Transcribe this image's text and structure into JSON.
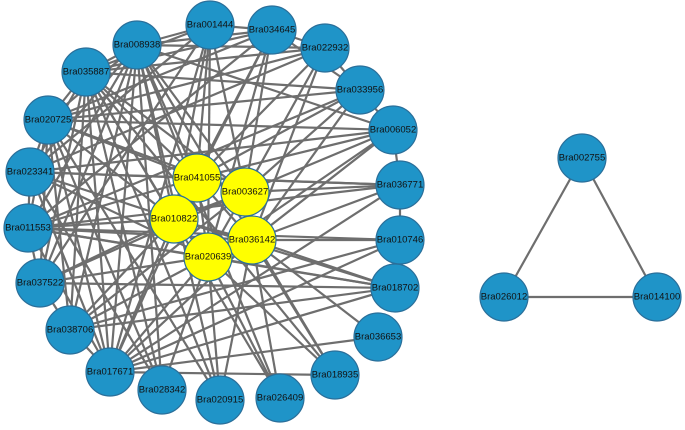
{
  "colors": {
    "peripheral_node": "#1f94c8",
    "hub_node": "#ffff00",
    "edge": "#6e6e6e"
  },
  "network_1": {
    "hub_nodes": [
      "Bra041055",
      "Bra003627",
      "Bra010822",
      "Bra036142",
      "Bra020639"
    ],
    "peripheral_nodes": [
      "Bra001444",
      "Bra034645",
      "Bra022932",
      "Bra033956",
      "Bra006052",
      "Bra036771",
      "Bra010746",
      "Bra018702",
      "Bra036653",
      "Bra018935",
      "Bra026409",
      "Bra020915",
      "Bra028342",
      "Bra017671",
      "Bra038706",
      "Bra037522",
      "Bra011553",
      "Bra023341",
      "Bra020725",
      "Bra035887",
      "Bra008938"
    ],
    "edges": [
      [
        "Bra041055",
        "Bra003627"
      ],
      [
        "Bra041055",
        "Bra010822"
      ],
      [
        "Bra041055",
        "Bra036142"
      ],
      [
        "Bra041055",
        "Bra020639"
      ],
      [
        "Bra003627",
        "Bra010822"
      ],
      [
        "Bra003627",
        "Bra036142"
      ],
      [
        "Bra003627",
        "Bra020639"
      ],
      [
        "Bra010822",
        "Bra036142"
      ],
      [
        "Bra010822",
        "Bra020639"
      ],
      [
        "Bra036142",
        "Bra020639"
      ],
      [
        "Bra041055",
        "Bra001444"
      ],
      [
        "Bra041055",
        "Bra034645"
      ],
      [
        "Bra041055",
        "Bra022932"
      ],
      [
        "Bra041055",
        "Bra033956"
      ],
      [
        "Bra041055",
        "Bra006052"
      ],
      [
        "Bra041055",
        "Bra008938"
      ],
      [
        "Bra041055",
        "Bra035887"
      ],
      [
        "Bra041055",
        "Bra020725"
      ],
      [
        "Bra041055",
        "Bra023341"
      ],
      [
        "Bra041055",
        "Bra017671"
      ],
      [
        "Bra041055",
        "Bra036771"
      ],
      [
        "Bra041055",
        "Bra011553"
      ],
      [
        "Bra003627",
        "Bra001444"
      ],
      [
        "Bra003627",
        "Bra034645"
      ],
      [
        "Bra003627",
        "Bra022932"
      ],
      [
        "Bra003627",
        "Bra033956"
      ],
      [
        "Bra003627",
        "Bra006052"
      ],
      [
        "Bra003627",
        "Bra036771"
      ],
      [
        "Bra003627",
        "Bra008938"
      ],
      [
        "Bra003627",
        "Bra035887"
      ],
      [
        "Bra003627",
        "Bra020725"
      ],
      [
        "Bra003627",
        "Bra037522"
      ],
      [
        "Bra003627",
        "Bra038706"
      ],
      [
        "Bra010822",
        "Bra008938"
      ],
      [
        "Bra010822",
        "Bra035887"
      ],
      [
        "Bra010822",
        "Bra020725"
      ],
      [
        "Bra010822",
        "Bra023341"
      ],
      [
        "Bra010822",
        "Bra011553"
      ],
      [
        "Bra010822",
        "Bra037522"
      ],
      [
        "Bra010822",
        "Bra038706"
      ],
      [
        "Bra010822",
        "Bra017671"
      ],
      [
        "Bra010822",
        "Bra001444"
      ],
      [
        "Bra010822",
        "Bra034645"
      ],
      [
        "Bra010822",
        "Bra018702"
      ],
      [
        "Bra036142",
        "Bra036771"
      ],
      [
        "Bra036142",
        "Bra010746"
      ],
      [
        "Bra036142",
        "Bra018702"
      ],
      [
        "Bra036142",
        "Bra036653"
      ],
      [
        "Bra036142",
        "Bra018935"
      ],
      [
        "Bra036142",
        "Bra026409"
      ],
      [
        "Bra036142",
        "Bra033956"
      ],
      [
        "Bra036142",
        "Bra006052"
      ],
      [
        "Bra036142",
        "Bra022932"
      ],
      [
        "Bra036142",
        "Bra017671"
      ],
      [
        "Bra036142",
        "Bra011553"
      ],
      [
        "Bra036142",
        "Bra020915"
      ],
      [
        "Bra020639",
        "Bra028342"
      ],
      [
        "Bra020639",
        "Bra020915"
      ],
      [
        "Bra020639",
        "Bra017671"
      ],
      [
        "Bra020639",
        "Bra038706"
      ],
      [
        "Bra020639",
        "Bra037522"
      ],
      [
        "Bra020639",
        "Bra011553"
      ],
      [
        "Bra020639",
        "Bra023341"
      ],
      [
        "Bra020639",
        "Bra018935"
      ],
      [
        "Bra020639",
        "Bra026409"
      ],
      [
        "Bra020639",
        "Bra001444"
      ],
      [
        "Bra020639",
        "Bra034645"
      ],
      [
        "Bra020639",
        "Bra018702"
      ],
      [
        "Bra020639",
        "Bra006052"
      ],
      [
        "Bra001444",
        "Bra034645"
      ],
      [
        "Bra001444",
        "Bra008938"
      ],
      [
        "Bra001444",
        "Bra035887"
      ],
      [
        "Bra001444",
        "Bra023341"
      ],
      [
        "Bra001444",
        "Bra037522"
      ],
      [
        "Bra001444",
        "Bra017671"
      ],
      [
        "Bra034645",
        "Bra022932"
      ],
      [
        "Bra034645",
        "Bra008938"
      ],
      [
        "Bra034645",
        "Bra020725"
      ],
      [
        "Bra034645",
        "Bra035887"
      ],
      [
        "Bra034645",
        "Bra011553"
      ],
      [
        "Bra034645",
        "Bra033956"
      ],
      [
        "Bra022932",
        "Bra008938"
      ],
      [
        "Bra022932",
        "Bra035887"
      ],
      [
        "Bra022932",
        "Bra020725"
      ],
      [
        "Bra022932",
        "Bra033956"
      ],
      [
        "Bra022932",
        "Bra023341"
      ],
      [
        "Bra033956",
        "Bra035887"
      ],
      [
        "Bra033956",
        "Bra020725"
      ],
      [
        "Bra033956",
        "Bra011553"
      ],
      [
        "Bra033956",
        "Bra006052"
      ],
      [
        "Bra006052",
        "Bra008938"
      ],
      [
        "Bra006052",
        "Bra036771"
      ],
      [
        "Bra006052",
        "Bra020725"
      ],
      [
        "Bra006052",
        "Bra023341"
      ],
      [
        "Bra036771",
        "Bra010746"
      ],
      [
        "Bra036771",
        "Bra023341"
      ],
      [
        "Bra036771",
        "Bra011553"
      ],
      [
        "Bra036771",
        "Bra017671"
      ],
      [
        "Bra010746",
        "Bra018702"
      ],
      [
        "Bra010746",
        "Bra038706"
      ],
      [
        "Bra010746",
        "Bra017671"
      ],
      [
        "Bra010746",
        "Bra011553"
      ],
      [
        "Bra018702",
        "Bra038706"
      ],
      [
        "Bra018702",
        "Bra017671"
      ],
      [
        "Bra018702",
        "Bra037522"
      ],
      [
        "Bra018702",
        "Bra011553"
      ],
      [
        "Bra036653",
        "Bra017671"
      ],
      [
        "Bra018935",
        "Bra017671"
      ],
      [
        "Bra018935",
        "Bra035887"
      ],
      [
        "Bra018935",
        "Bra008938"
      ],
      [
        "Bra026409",
        "Bra008938"
      ],
      [
        "Bra026409",
        "Bra035887"
      ],
      [
        "Bra020915",
        "Bra008938"
      ],
      [
        "Bra020915",
        "Bra035887"
      ],
      [
        "Bra020915",
        "Bra020725"
      ],
      [
        "Bra028342",
        "Bra008938"
      ],
      [
        "Bra028342",
        "Bra035887"
      ],
      [
        "Bra028342",
        "Bra020725"
      ],
      [
        "Bra028342",
        "Bra023341"
      ],
      [
        "Bra017671",
        "Bra035887"
      ],
      [
        "Bra017671",
        "Bra020725"
      ],
      [
        "Bra017671",
        "Bra008938"
      ],
      [
        "Bra017671",
        "Bra023341"
      ],
      [
        "Bra017671",
        "Bra011553"
      ],
      [
        "Bra017671",
        "Bra038706"
      ],
      [
        "Bra038706",
        "Bra035887"
      ],
      [
        "Bra038706",
        "Bra008938"
      ],
      [
        "Bra038706",
        "Bra020725"
      ],
      [
        "Bra038706",
        "Bra037522"
      ],
      [
        "Bra037522",
        "Bra020725"
      ],
      [
        "Bra037522",
        "Bra008938"
      ],
      [
        "Bra037522",
        "Bra035887"
      ],
      [
        "Bra037522",
        "Bra011553"
      ],
      [
        "Bra011553",
        "Bra020725"
      ],
      [
        "Bra011553",
        "Bra008938"
      ],
      [
        "Bra011553",
        "Bra023341"
      ],
      [
        "Bra023341",
        "Bra035887"
      ],
      [
        "Bra023341",
        "Bra008938"
      ],
      [
        "Bra023341",
        "Bra020725"
      ],
      [
        "Bra020725",
        "Bra035887"
      ],
      [
        "Bra020725",
        "Bra008938"
      ],
      [
        "Bra035887",
        "Bra008938"
      ]
    ]
  },
  "network_2": {
    "nodes": [
      "Bra002755",
      "Bra026012",
      "Bra014100"
    ],
    "edges": [
      [
        "Bra002755",
        "Bra026012"
      ],
      [
        "Bra002755",
        "Bra014100"
      ],
      [
        "Bra026012",
        "Bra014100"
      ]
    ]
  }
}
